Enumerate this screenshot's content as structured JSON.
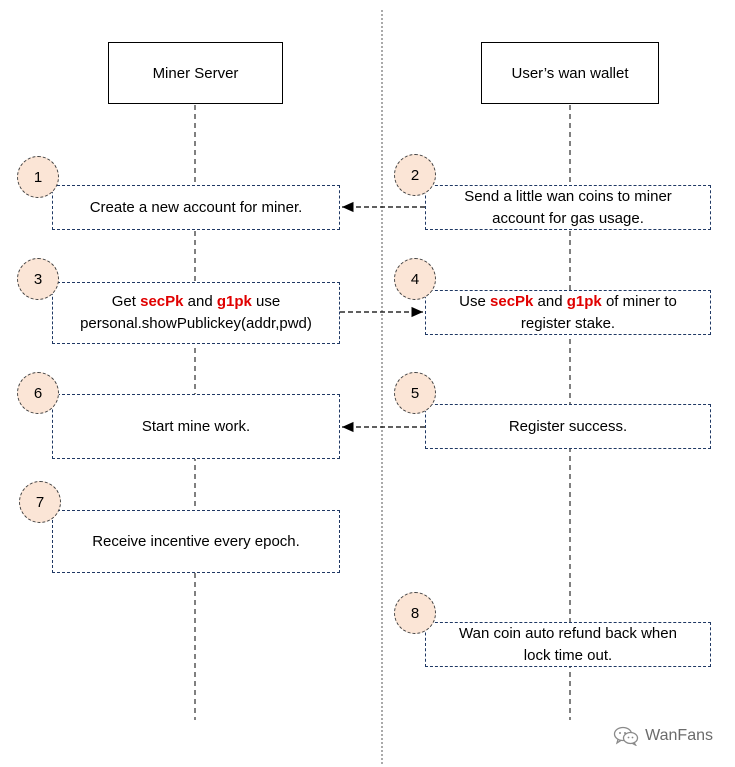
{
  "lanes": {
    "left": "Miner Server",
    "right": "User’s wan wallet"
  },
  "steps": [
    {
      "num": "1",
      "line1": [
        "Create a new account for miner."
      ],
      "line2": []
    },
    {
      "num": "2",
      "line1": [
        "Send a little wan coins to miner"
      ],
      "line2": [
        "account for gas usage."
      ]
    },
    {
      "num": "3",
      "line1": [
        "Get ",
        "secPk",
        " and ",
        "g1pk",
        " use"
      ],
      "line2": [
        "personal.showPublickey(addr,pwd)"
      ]
    },
    {
      "num": "4",
      "line1": [
        "Use ",
        "secPk",
        " and ",
        "g1pk",
        " of miner to"
      ],
      "line2": [
        "register stake."
      ]
    },
    {
      "num": "5",
      "line1": [
        "Register success."
      ],
      "line2": []
    },
    {
      "num": "6",
      "line1": [
        "Start mine work."
      ],
      "line2": []
    },
    {
      "num": "7",
      "line1": [
        "Receive incentive every epoch."
      ],
      "line2": []
    },
    {
      "num": "8",
      "line1": [
        "Wan coin auto refund back when"
      ],
      "line2": [
        "lock time out."
      ]
    }
  ],
  "keywords": [
    "secPk",
    "g1pk"
  ],
  "watermark": {
    "text": "WanFans",
    "icon": "wechat-icon"
  },
  "colors": {
    "badge_fill": "#fbe5d6",
    "keyword": "#e00000",
    "box_border": "#1f3864"
  }
}
